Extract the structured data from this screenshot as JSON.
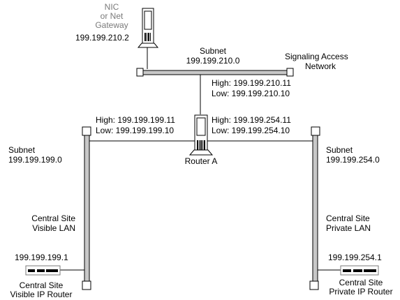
{
  "colors": {
    "line": "#000000",
    "bus_fill": "#c8c8c8",
    "gray_text": "#7a7a7a",
    "background": "#ffffff"
  },
  "nic_gateway": {
    "name_lines": [
      "NIC",
      "or Net",
      "Gateway"
    ],
    "ip": "199.199.210.2",
    "icon": "tower-device-icon"
  },
  "subnet_210": {
    "label_line1": "Subnet",
    "label_line2": "199.199.210.0"
  },
  "signaling_network": {
    "line1": "Signaling Access",
    "line2": "Network"
  },
  "router_a": {
    "name": "Router A",
    "icon": "tower-device-icon",
    "iface_210_high": "High: 199.199.210.11",
    "iface_210_low": "Low: 199.199.210.10",
    "iface_199_high": "High: 199.199.199.11",
    "iface_199_low": "Low: 199.199.199.10",
    "iface_254_high": "High: 199.199.254.11",
    "iface_254_low": "Low: 199.199.254.10"
  },
  "subnet_199": {
    "label_line1": "Subnet",
    "label_line2": "199.199.199.0",
    "lan_line1": "Central Site",
    "lan_line2": "Visible LAN"
  },
  "subnet_254": {
    "label_line1": "Subnet",
    "label_line2": "199.199.254.0",
    "lan_line1": "Central Site",
    "lan_line2": "Private LAN"
  },
  "visible_router": {
    "ip": "199.199.199.1",
    "line1": "Central Site",
    "line2": "Visible IP Router",
    "icon": "rack-router-icon"
  },
  "private_router": {
    "ip": "199.199.254.1",
    "line1": "Central Site",
    "line2": "Private IP Router",
    "icon": "rack-router-icon"
  }
}
